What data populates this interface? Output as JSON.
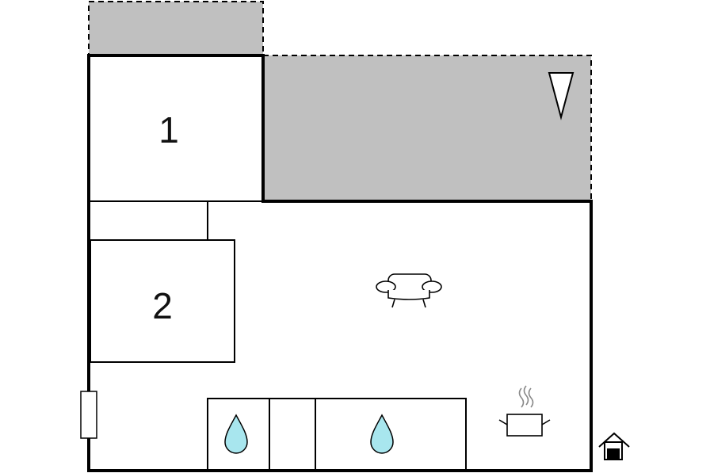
{
  "rooms": [
    {
      "label": "1"
    },
    {
      "label": "2"
    }
  ],
  "areas": {
    "outdoor": "terrace"
  },
  "icons": {
    "sofa": "sofa-icon",
    "cooking": "cooking-pot-icon",
    "water": "water-drop-icon",
    "north": "north-arrow-icon",
    "entrance": "entrance-house-icon",
    "heater": "radiator-icon"
  },
  "colors": {
    "outdoor": "#c0c0c0",
    "walls": "#000000",
    "water": "#a8e6ee",
    "background": "#ffffff"
  }
}
